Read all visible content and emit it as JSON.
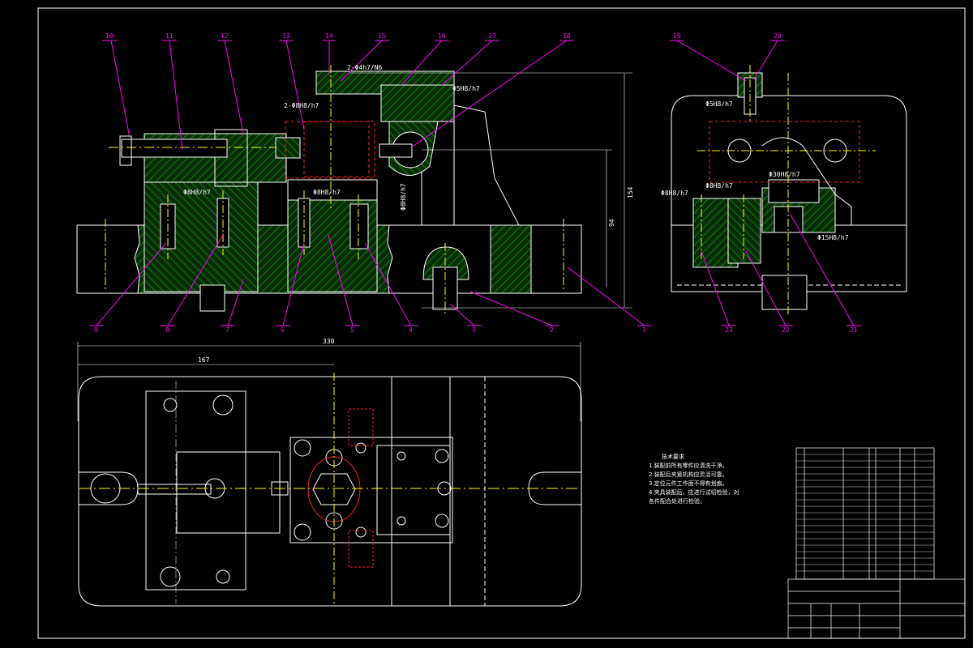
{
  "balloons": {
    "top": [
      "10",
      "11",
      "12",
      "13",
      "14",
      "15",
      "16",
      "17",
      "18",
      "19",
      "20"
    ],
    "bottom": [
      "9",
      "8",
      "7",
      "6",
      "5",
      "4",
      "3",
      "2",
      "1",
      "23",
      "22",
      "21"
    ]
  },
  "dimensions": {
    "fit_2_d4": "2-Φ4h7/N6",
    "fit_2_d8": "2-Φ8H8/h7",
    "d5_left": "Φ5H8/h7",
    "d8_a": "Φ8H8/h7",
    "d8_b": "Φ8H8/h7",
    "d8_v": "Φ8H8/h7",
    "d5_right": "Φ5H8/h7",
    "d30": "Φ30H8/h7",
    "d8_r1": "Φ8H8/h7",
    "d8_r2": "Φ8H8/h7",
    "d15": "Φ15H8/h7",
    "h154": "154",
    "h94": "94",
    "w330": "330",
    "w167": "167"
  },
  "tech_notes": {
    "title": "技术要求",
    "items": [
      "1.装配前所有零件应清洗干净。",
      "2.装配后夹紧机构应灵活可靠。",
      "3.定位元件工作面不得有划痕。",
      "4.夹具装配后，应进行试切检验，对",
      "各件配合处进行检验。"
    ]
  },
  "colors": {
    "background": "#000000",
    "outline": "#ffffff",
    "hatch": "#00a000",
    "centerline": "#ffff00",
    "leader": "#ff00ff",
    "hidden": "#ff2020",
    "dimension": "#ffffff"
  }
}
